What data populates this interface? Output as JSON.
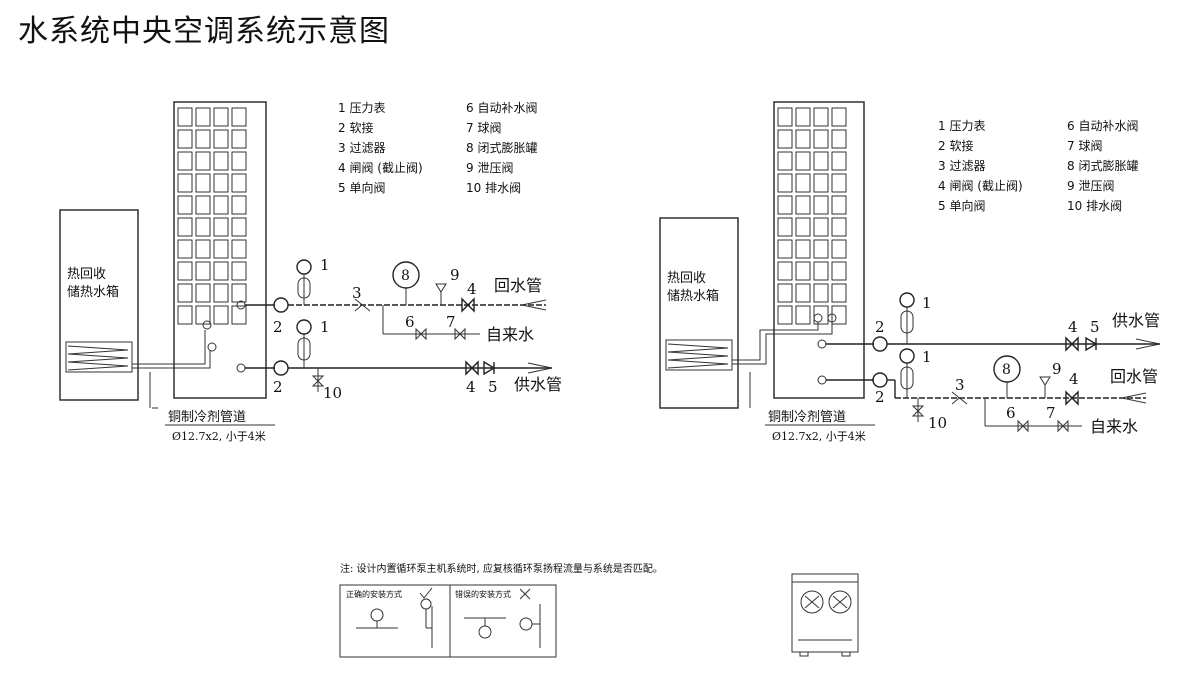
{
  "title": "水系统中央空调系统示意图",
  "legend": [
    "1 压力表",
    "2 软接",
    "3 过滤器",
    "4 闸阀 (截止阀)",
    "5 单向阀",
    "6 自动补水阀",
    "7 球阀",
    "8 闭式膨胀罐",
    "9 泄压阀",
    "10 排水阀"
  ],
  "tank_label": [
    "热回收",
    "储热水箱"
  ],
  "pipe_label": "铜制冷剂管道",
  "pipe_spec": "Ø12.7x2, 小于4米",
  "left": {
    "return": "回水管",
    "supply": "供水管",
    "makeup": "自来水"
  },
  "right": {
    "return": "回水管",
    "supply": "供水管",
    "makeup": "自来水"
  },
  "numbers": [
    "1",
    "2",
    "3",
    "4",
    "5",
    "6",
    "7",
    "8",
    "9",
    "10"
  ],
  "note": "注: 设计内置循环泵主机系统时, 应复核循环泵扬程流量与系统是否匹配。",
  "install_correct": "正确的安装方式",
  "install_wrong": "错误的安装方式"
}
